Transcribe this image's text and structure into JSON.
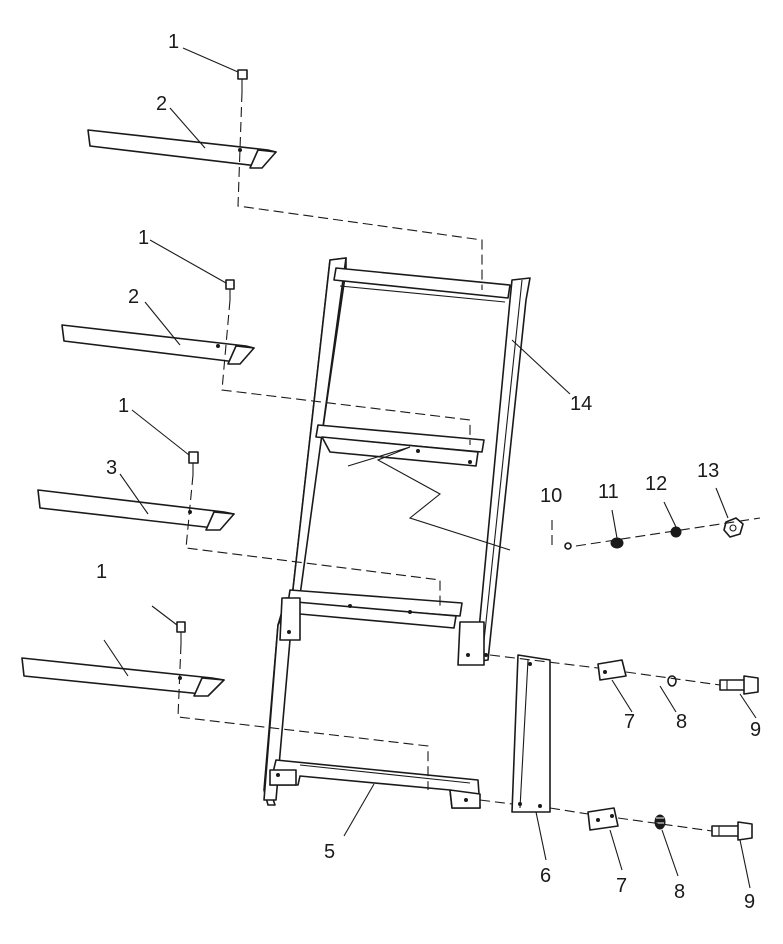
{
  "callouts": {
    "c1a": "1",
    "c2a": "2",
    "c1b": "1",
    "c2b": "2",
    "c1c": "1",
    "c3": "3",
    "c1d": "1",
    "c14": "14",
    "c10": "10",
    "c11": "11",
    "c12": "12",
    "c13": "13",
    "c7a": "7",
    "c8a": "8",
    "c9a": "9",
    "c5": "5",
    "c6": "6",
    "c7b": "7",
    "c8b": "8",
    "c9b": "9"
  },
  "colors": {
    "ink": "#1a1a1a",
    "paper": "#ffffff"
  }
}
